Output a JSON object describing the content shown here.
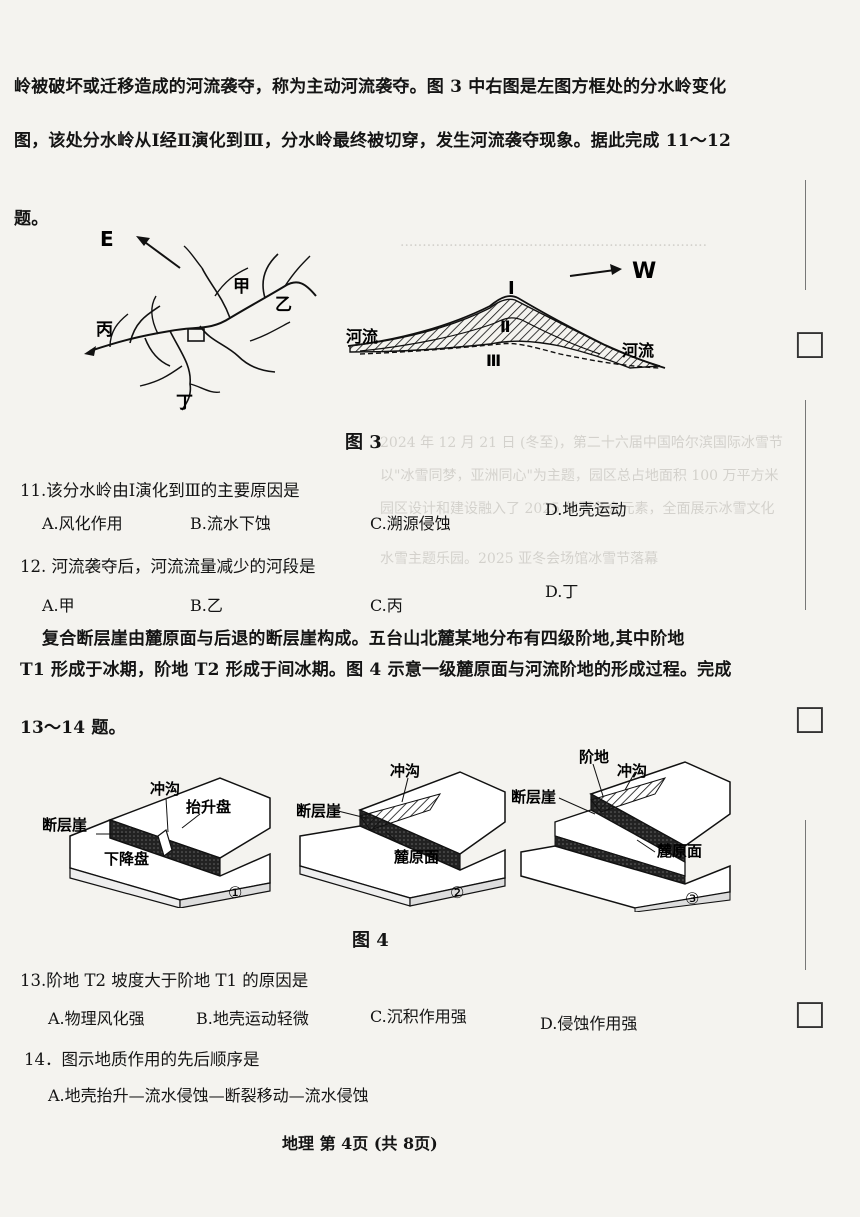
{
  "intro": {
    "line1": "岭被破坏或迁移造成的河流袭夺，称为主动河流袭夺。图 3 中右图是左图方框处的分水岭变化",
    "line2": "图，该处分水岭从Ⅰ经Ⅱ演化到Ⅲ，分水岭最终被切穿，发生河流袭夺现象。据此完成 11～12",
    "line3": "题。"
  },
  "fig3": {
    "caption": "图 3",
    "left": {
      "dir_e": "E",
      "l_jia": "甲",
      "l_yi": "乙",
      "l_bing": "丙",
      "l_ding": "丁"
    },
    "right": {
      "dir_w": "W",
      "r1": "Ⅰ",
      "r2": "Ⅱ",
      "r3": "Ⅲ",
      "river_left": "河流",
      "river_right": "河流"
    }
  },
  "q11": {
    "stem": "11.该分水岭由Ⅰ演化到Ⅲ的主要原因是",
    "A": "A.风化作用",
    "B": "B.流水下蚀",
    "C": "C.溯源侵蚀",
    "D": "D.地壳运动"
  },
  "q12": {
    "stem": "12. 河流袭夺后，河流流量减少的河段是",
    "A": "A.甲",
    "B": "B.乙",
    "C": "C.丙",
    "D": "D.丁"
  },
  "para2": {
    "line1": "复合断层崖由麓原面与后退的断层崖构成。五台山北麓某地分布有四级阶地,其中阶地",
    "line2": "T1 形成于冰期，阶地 T2 形成于间冰期。图 4 示意一级麓原面与河流阶地的形成过程。完成",
    "line3": "13～14 题。"
  },
  "fig4": {
    "caption": "图 4",
    "b1": {
      "gully": "冲沟",
      "scarp": "断层崖",
      "up": "抬升盘",
      "down": "下降盘",
      "num": "①"
    },
    "b2": {
      "scarp": "断层崖",
      "gully": "冲沟",
      "pediment": "麓原面",
      "num": "②"
    },
    "b3": {
      "terrace": "阶地",
      "gully": "冲沟",
      "scarp": "断层崖",
      "pediment": "麓原面",
      "num": "③"
    }
  },
  "q13": {
    "stem": "13.阶地 T2 坡度大于阶地 T1 的原因是",
    "A": "A.物理风化强",
    "B": "B.地壳运动轻微",
    "C": "C.沉积作用强",
    "D": "D.侵蚀作用强"
  },
  "q14": {
    "stem": "14．图示地质作用的先后顺序是",
    "A": "A.地壳抬升—流水侵蚀—断裂移动—流水侵蚀"
  },
  "footer": "地理  第 4页  (共 8页)"
}
